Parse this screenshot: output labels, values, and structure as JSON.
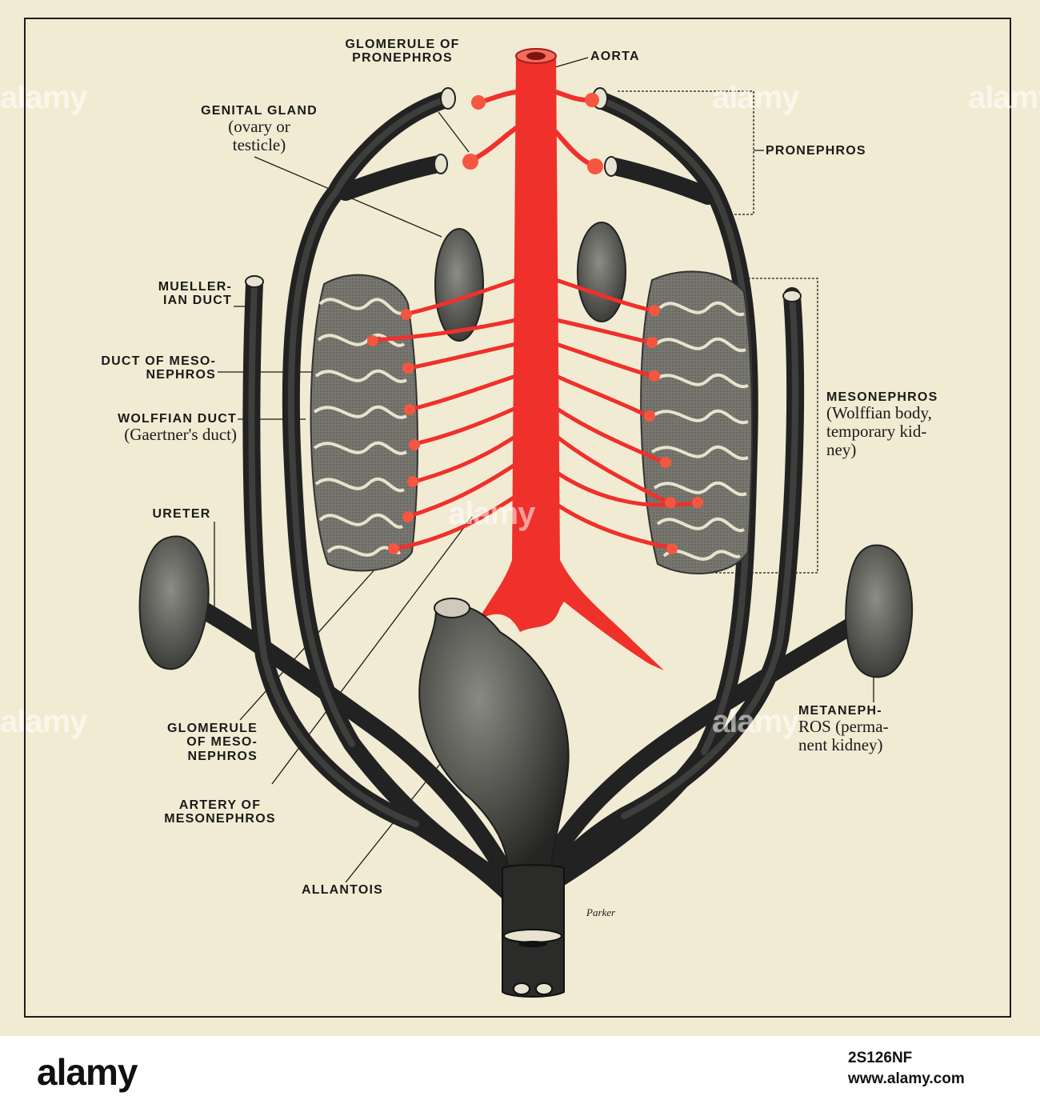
{
  "labels": {
    "glomerule_pronephros": [
      "GLOMERULE OF",
      "PRONEPHROS"
    ],
    "aorta": "AORTA",
    "genital_gland_title": "GENITAL GLAND",
    "genital_gland_detail": [
      "(ovary or",
      "testicle)"
    ],
    "pronephros": "PRONEPHROS",
    "muellerian_duct": [
      "MUELLER-",
      "IAN DUCT"
    ],
    "duct_mesonephros": [
      "DUCT OF MESO-",
      "NEPHROS"
    ],
    "wolffian_duct_title": "WOLFFIAN DUCT",
    "wolffian_duct_detail": "(Gaertner's duct)",
    "mesonephros_title": "MESONEPHROS",
    "mesonephros_detail": [
      "(Wolffian body,",
      "temporary kid-",
      "ney)"
    ],
    "ureter": "URETER",
    "metanephros_title": "METANEPH-",
    "metanephros_detail": [
      "ROS (perma-",
      "nent kidney)"
    ],
    "glomerule_mesonephros": [
      "GLOMERULE",
      "OF MESO-",
      "NEPHROS"
    ],
    "artery_mesonephros": [
      "ARTERY OF",
      "MESONEPHROS"
    ],
    "allantois": "ALLANTOIS",
    "signature": "Parker"
  },
  "watermark": "alamy",
  "footer": {
    "logo": "alamy",
    "image_id": "2S126NF",
    "site": "www.alamy.com"
  },
  "colors": {
    "paper": "#f1ebd3",
    "artery_red": "#f0302a",
    "duct_dark": "#3b3b3b",
    "organ_gray": "#6e6e6a",
    "ink": "#1a1a1a"
  }
}
